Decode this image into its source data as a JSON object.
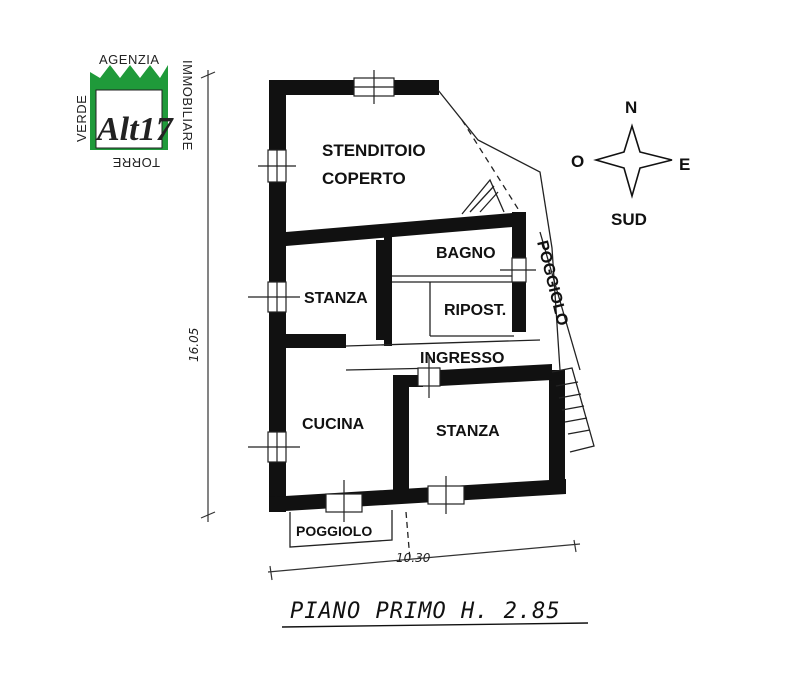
{
  "logo": {
    "top_word": "AGENZIA",
    "left_word": "VERDE",
    "right_word": "IMMOBILIARE",
    "bottom_word": "TORRE",
    "mark": "Alt17",
    "green": "#1f9a3a"
  },
  "rooms": {
    "stenditoio_line1": "STENDITOIO",
    "stenditoio_line2": "COPERTO",
    "bagno": "BAGNO",
    "ripost": "RIPOST.",
    "stanza_left": "STANZA",
    "ingresso": "INGRESSO",
    "cucina": "CUCINA",
    "stanza_right": "STANZA",
    "poggiolo_side": "POGGIOLO",
    "poggiolo_bottom": "POGGIOLO"
  },
  "compass": {
    "north": "N",
    "west": "O",
    "east": "E",
    "south": "SUD"
  },
  "dimensions": {
    "height": "16.05",
    "width": "10.30"
  },
  "title": "PIANO PRIMO H. 2.85",
  "colors": {
    "wall": "#111111",
    "line": "#222222"
  }
}
